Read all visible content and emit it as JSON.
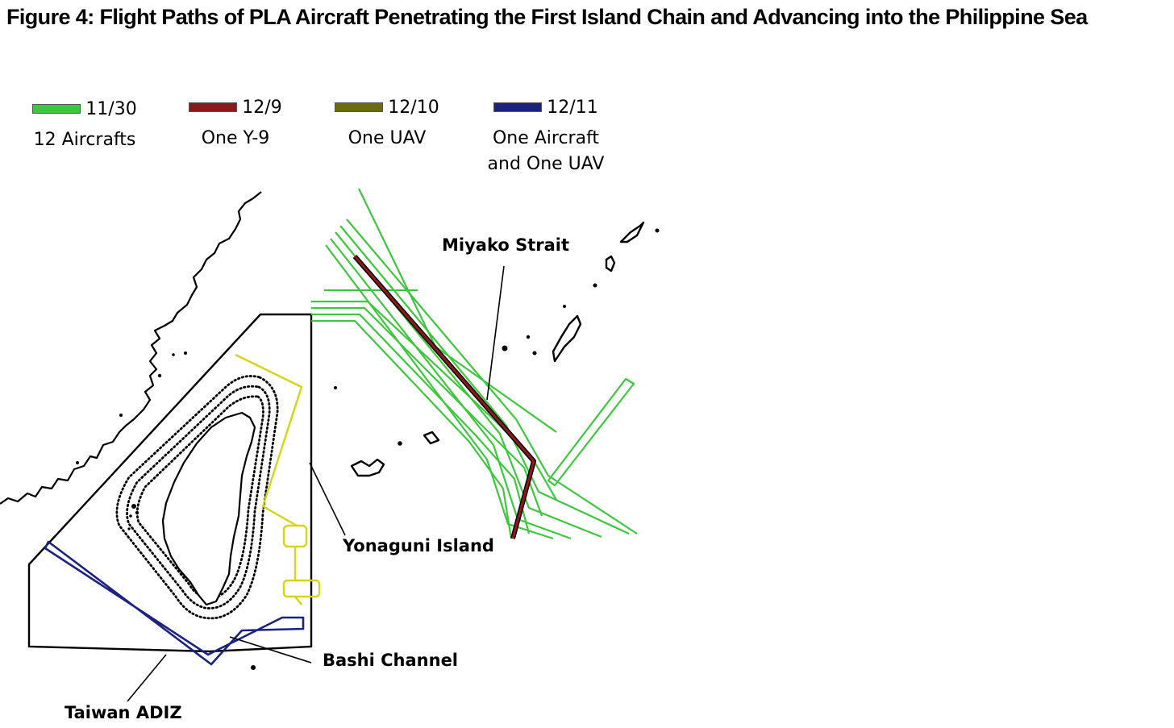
{
  "figure": {
    "title": "Figure 4: Flight Paths of PLA Aircraft Penetrating the First Island Chain and Advancing into the Philippine Sea"
  },
  "legend": [
    {
      "date": "11/30",
      "desc": "12 Aircrafts",
      "color": "#3ec63e"
    },
    {
      "date": "12/9",
      "desc": "One Y-9",
      "color": "#8b1a1a"
    },
    {
      "date": "12/10",
      "desc": "One UAV",
      "color": "#6b6b10"
    },
    {
      "date": "12/11",
      "desc": "One Aircraft\nand One UAV",
      "color": "#1a237e"
    }
  ],
  "labels": {
    "miyako": "Miyako Strait",
    "yonaguni": "Yonaguni Island",
    "bashi": "Bashi Channel",
    "adiz": "Taiwan ADIZ"
  },
  "colors": {
    "green_path": "#3ec63e",
    "red_path": "#8b1a1a",
    "yellow_path": "#d4d41a",
    "blue_path": "#1a237e",
    "land": "#000000",
    "leader": "#000000"
  }
}
